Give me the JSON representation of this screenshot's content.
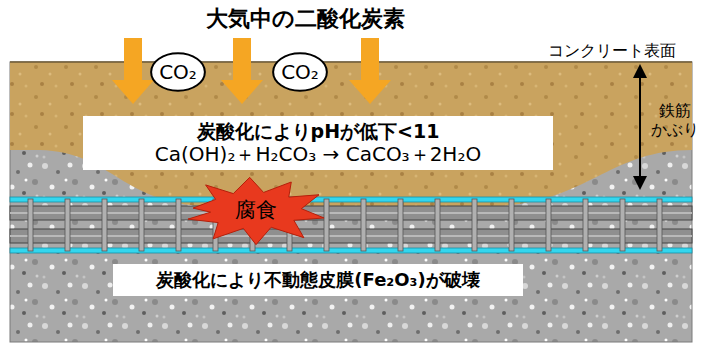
{
  "diagram": {
    "nodes": [
      {
        "text": [
          "CO₂"
        ]
      },
      {
        "text": [
          "CO₂"
        ]
      },
      {
        "text": [
          "炭酸化によりpHが低下<11",
          "Ca(OH)₂＋H₂CO₃ → CaCO₃＋2H₂O"
        ]
      },
      {
        "text": [
          "腐食"
        ]
      },
      {
        "text": [
          "炭酸化により不動態皮膜(Fe₂O₃)が破壊"
        ]
      }
    ],
    "labels": [
      "大気中の二酸化炭素",
      "コンクリート表面",
      "鉄筋 かぶり"
    ]
  }
}
